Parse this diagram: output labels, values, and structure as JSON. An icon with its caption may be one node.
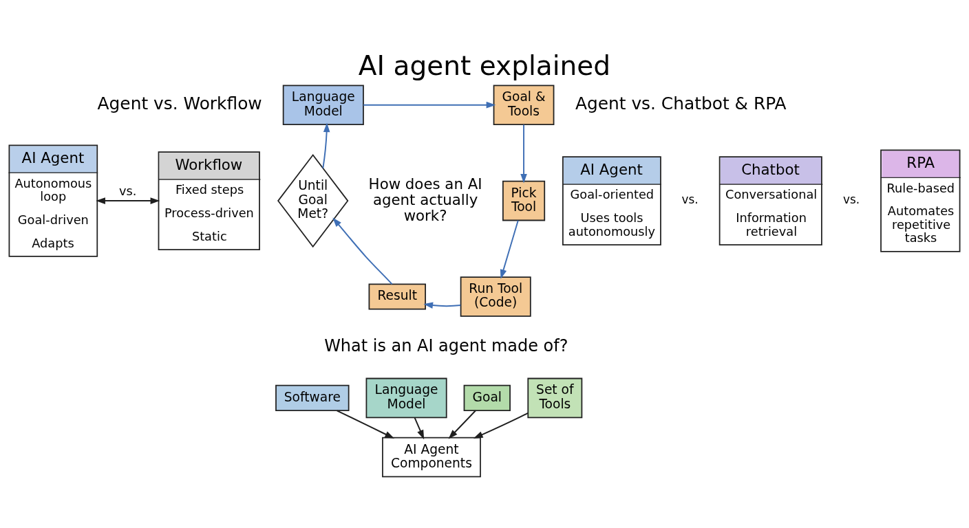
{
  "diagram": {
    "title": "AI agent explained",
    "nodes": [
      {
        "text": [
          "AI Agent",
          "Autonomous loop",
          "Goal-driven",
          "Adapts"
        ]
      },
      {
        "text": [
          "Workflow",
          "Fixed steps",
          "Process-driven",
          "Static"
        ]
      },
      {
        "text": [
          "Language Model"
        ]
      },
      {
        "text": [
          "Goal & Tools"
        ]
      },
      {
        "text": [
          "Pick Tool"
        ]
      },
      {
        "text": [
          "Run Tool (Code)"
        ]
      },
      {
        "text": [
          "Result"
        ]
      },
      {
        "text": [
          "Until Goal Met?"
        ]
      },
      {
        "text": [
          "AI Agent",
          "Goal-oriented",
          "Uses tools autonomously"
        ]
      },
      {
        "text": [
          "Chatbot",
          "Conversational",
          "Information retrieval"
        ]
      },
      {
        "text": [
          "RPA",
          "Rule-based",
          "Automates repetitive tasks"
        ]
      },
      {
        "text": [
          "Software"
        ]
      },
      {
        "text": [
          "Language Model"
        ]
      },
      {
        "text": [
          "Goal"
        ]
      },
      {
        "text": [
          "Set of Tools"
        ]
      },
      {
        "text": [
          "AI Agent Components"
        ]
      }
    ],
    "edges": [
      {
        "from": 0,
        "to": 1,
        "arrow": "both",
        "label": "vs.",
        "color": "#1f1f1f"
      },
      {
        "from": 2,
        "to": 3,
        "arrow": "to",
        "color": "#3f6fb5"
      },
      {
        "from": 3,
        "to": 4,
        "arrow": "to",
        "color": "#3f6fb5"
      },
      {
        "from": 4,
        "to": 5,
        "arrow": "to",
        "color": "#3f6fb5"
      },
      {
        "from": 5,
        "to": 6,
        "arrow": "to",
        "color": "#3f6fb5"
      },
      {
        "from": 6,
        "to": 7,
        "arrow": "to",
        "color": "#3f6fb5"
      },
      {
        "from": 7,
        "to": 2,
        "arrow": "to",
        "color": "#3f6fb5"
      },
      {
        "from": 11,
        "to": 15,
        "arrow": "to",
        "color": "#1f1f1f"
      },
      {
        "from": 12,
        "to": 15,
        "arrow": "to",
        "color": "#1f1f1f"
      },
      {
        "from": 13,
        "to": 15,
        "arrow": "to",
        "color": "#1f1f1f"
      },
      {
        "from": 14,
        "to": 15,
        "arrow": "to",
        "color": "#1f1f1f"
      }
    ],
    "labels": [
      "Agent vs. Workflow",
      "Agent vs. Chatbot & RPA",
      "How does an AI agent actually work?",
      "vs.",
      "vs.",
      "What is an AI agent made of?"
    ]
  }
}
